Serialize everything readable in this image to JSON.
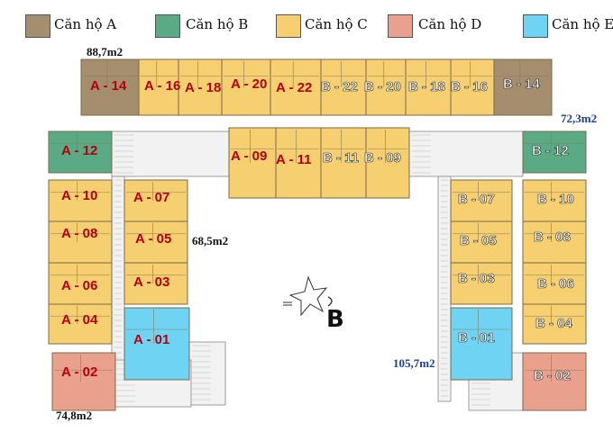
{
  "legend": [
    {
      "label": "Căn hộ A",
      "color": "#a48e6e"
    },
    {
      "label": "Căn hộ B",
      "color": "#5aaa86"
    },
    {
      "label": "Căn hộ C",
      "color": "#f5cf70"
    },
    {
      "label": "Căn hộ D",
      "color": "#e9a18e"
    },
    {
      "label": "Căn hộ E",
      "color": "#6fd4f4"
    }
  ],
  "area_labels": [
    "88,7m2",
    "72,3m2",
    "68,5m2",
    "105,7m2",
    "74,8m2"
  ],
  "compass_label": "B",
  "units": [
    {
      "label": "A - 14",
      "type": "A"
    },
    {
      "label": "A - 16",
      "type": "C"
    },
    {
      "label": "A - 18",
      "type": "C"
    },
    {
      "label": "A - 20",
      "type": "C"
    },
    {
      "label": "A - 22",
      "type": "C"
    },
    {
      "label": "B - 22",
      "type": "C"
    },
    {
      "label": "B - 20",
      "type": "C"
    },
    {
      "label": "B - 18",
      "type": "C"
    },
    {
      "label": "B - 16",
      "type": "C"
    },
    {
      "label": "B - 14",
      "type": "A"
    },
    {
      "label": "A - 12",
      "type": "B"
    },
    {
      "label": "A - 09",
      "type": "C"
    },
    {
      "label": "A - 11",
      "type": "C"
    },
    {
      "label": "B - 11",
      "type": "C"
    },
    {
      "label": "B - 09",
      "type": "C"
    },
    {
      "label": "B - 12",
      "type": "B"
    },
    {
      "label": "A - 10",
      "type": "C"
    },
    {
      "label": "A - 07",
      "type": "C"
    },
    {
      "label": "B - 07",
      "type": "C"
    },
    {
      "label": "B - 10",
      "type": "C"
    },
    {
      "label": "A - 08",
      "type": "C"
    },
    {
      "label": "A - 05",
      "type": "C"
    },
    {
      "label": "B - 05",
      "type": "C"
    },
    {
      "label": "B - 08",
      "type": "C"
    },
    {
      "label": "A - 06",
      "type": "C"
    },
    {
      "label": "A - 03",
      "type": "C"
    },
    {
      "label": "B - 03",
      "type": "C"
    },
    {
      "label": "B - 06",
      "type": "C"
    },
    {
      "label": "A - 04",
      "type": "C"
    },
    {
      "label": "B - 04",
      "type": "C"
    },
    {
      "label": "A - 01",
      "type": "E"
    },
    {
      "label": "B - 01",
      "type": "E"
    },
    {
      "label": "A - 02",
      "type": "D"
    },
    {
      "label": "B - 02",
      "type": "D"
    }
  ]
}
